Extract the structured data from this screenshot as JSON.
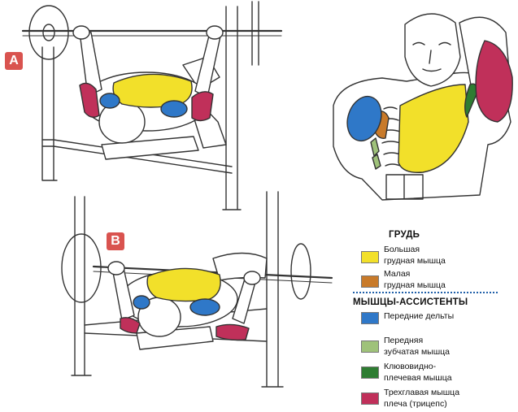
{
  "labels": {
    "a": "A",
    "b": "B"
  },
  "legend": {
    "chest_title": "ГРУДЬ",
    "assistants_title": "МЫШЦЫ-АССИСТЕНТЫ",
    "items": [
      {
        "line1": "Большая",
        "line2": "грудная мышца",
        "color": "#f2e02a"
      },
      {
        "line1": "Малая",
        "line2": "грудная мышца",
        "color": "#c87a2a"
      },
      {
        "line1": "Передние дельты",
        "line2": "",
        "color": "#2f78c8"
      },
      {
        "line1": "Передняя",
        "line2": "зубчатая мышца",
        "color": "#9fc27a"
      },
      {
        "line1": "Клювовидно-",
        "line2": "плечевая мышца",
        "color": "#2e7d32"
      },
      {
        "line1": "Трехглавая мышца",
        "line2": "плеча (трицепс)",
        "color": "#c0305a"
      }
    ]
  },
  "colors": {
    "badge": "#d9534f",
    "pectoralis_major": "#f2e02a",
    "pectoralis_minor": "#c87a2a",
    "anterior_deltoid": "#2f78c8",
    "serratus": "#9fc27a",
    "coracobrachialis": "#2e7d32",
    "triceps": "#c0305a",
    "outline": "#333333"
  }
}
